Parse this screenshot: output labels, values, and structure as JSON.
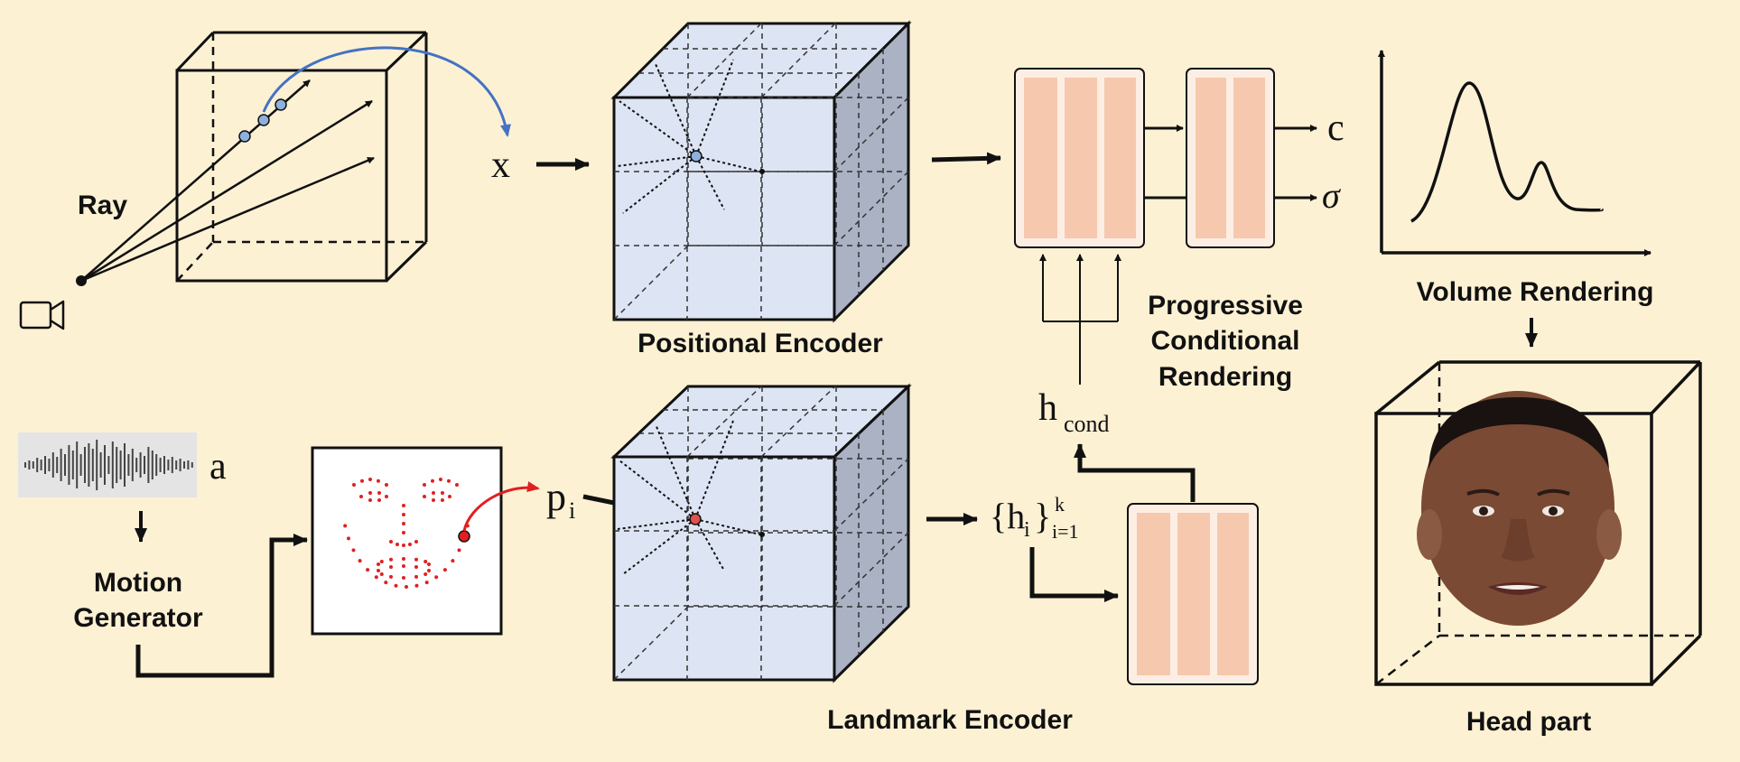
{
  "labels": {
    "ray": "Ray",
    "positional_encoder": "Positional Encoder",
    "landmark_encoder": "Landmark Encoder",
    "progressive": [
      "Progressive",
      "Conditional",
      "Rendering"
    ],
    "volume_rendering": "Volume Rendering",
    "head_part": "Head part",
    "motion_generator": [
      "Motion",
      "Generator"
    ]
  },
  "math": {
    "x": "x",
    "c": "c",
    "sigma": "σ",
    "h_cond_base": "h",
    "h_cond_sub": "cond",
    "a": "a",
    "p_base": "p",
    "p_sub": "i",
    "hi_open": "{h",
    "hi_sub": "i",
    "hi_close": "}",
    "hi_sup": "k",
    "hi_range": "i=1"
  },
  "colors": {
    "background": "#fdf1d4",
    "cube_face": "#dde4f3",
    "cube_side": "#aab2c4",
    "mlp_fill": "#f6c8ae",
    "arrow_blue": "#4472c4",
    "landmark_red": "#e02020"
  },
  "icons": [
    "camera-icon",
    "waveform-icon",
    "face-photo-icon"
  ]
}
